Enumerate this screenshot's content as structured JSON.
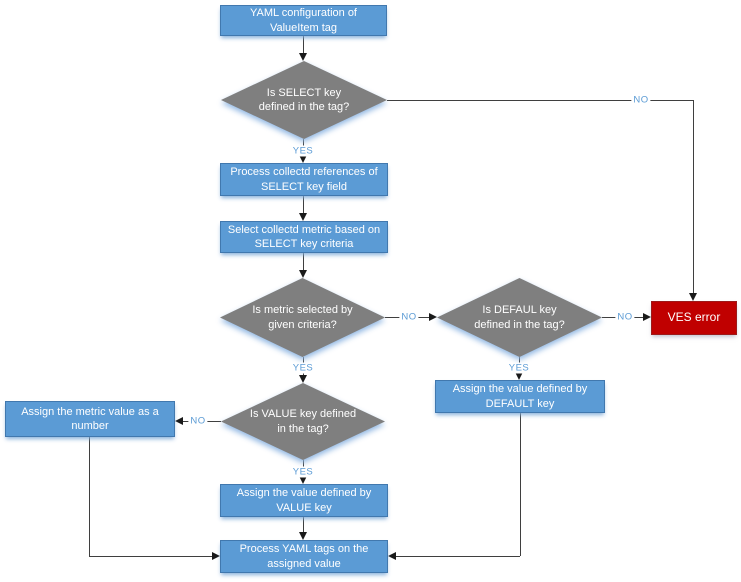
{
  "diagram": {
    "type": "flowchart",
    "nodes": {
      "yaml_config": {
        "label": "YAML configuration of ValueItem tag",
        "shape": "process"
      },
      "is_select_key": {
        "label": "Is SELECT key defined in the tag?",
        "shape": "decision"
      },
      "process_references": {
        "label": "Process collectd references of SELECT key field",
        "shape": "process"
      },
      "select_metric": {
        "label": "Select collectd metric based on SELECT key criteria",
        "shape": "process"
      },
      "is_metric_selected": {
        "label": "Is metric selected by given criteria?",
        "shape": "decision"
      },
      "is_defaul_key": {
        "label": "Is DEFAUL key defined in the tag?",
        "shape": "decision"
      },
      "ves_error": {
        "label": "VES error",
        "shape": "error"
      },
      "assign_default": {
        "label": "Assign the value defined by DEFAULT key",
        "shape": "process"
      },
      "is_value_key": {
        "label": "Is VALUE key defined in the tag?",
        "shape": "decision"
      },
      "assign_metric": {
        "label": "Assign the metric value as a number",
        "shape": "process"
      },
      "assign_value": {
        "label": "Assign the value defined by VALUE key",
        "shape": "process"
      },
      "process_yaml": {
        "label": "Process YAML tags on the assigned value",
        "shape": "process"
      }
    },
    "edge_labels": {
      "yes": "YES",
      "no": "NO"
    },
    "edges": [
      {
        "from": "yaml_config",
        "to": "is_select_key",
        "label": ""
      },
      {
        "from": "is_select_key",
        "to": "process_references",
        "label": "YES"
      },
      {
        "from": "is_select_key",
        "to": "ves_error",
        "label": "NO"
      },
      {
        "from": "process_references",
        "to": "select_metric",
        "label": ""
      },
      {
        "from": "select_metric",
        "to": "is_metric_selected",
        "label": ""
      },
      {
        "from": "is_metric_selected",
        "to": "is_defaul_key",
        "label": "NO"
      },
      {
        "from": "is_metric_selected",
        "to": "is_value_key",
        "label": "YES"
      },
      {
        "from": "is_defaul_key",
        "to": "ves_error",
        "label": "NO"
      },
      {
        "from": "is_defaul_key",
        "to": "assign_default",
        "label": "YES"
      },
      {
        "from": "assign_default",
        "to": "process_yaml",
        "label": ""
      },
      {
        "from": "is_value_key",
        "to": "assign_metric",
        "label": "NO"
      },
      {
        "from": "is_value_key",
        "to": "assign_value",
        "label": "YES"
      },
      {
        "from": "assign_value",
        "to": "process_yaml",
        "label": ""
      },
      {
        "from": "assign_metric",
        "to": "process_yaml",
        "label": ""
      }
    ],
    "colors": {
      "process_fill": "#5B9BD5",
      "process_border": "#4178AE",
      "decision_fill": "#7F7F7F",
      "error_fill": "#C00000",
      "error_border": "#9C1A1A",
      "edge_label": "#5B9BD5",
      "connector": "#3F3F3F",
      "node_text": "#FFFFFF",
      "glow": "#BDD7EE"
    }
  }
}
